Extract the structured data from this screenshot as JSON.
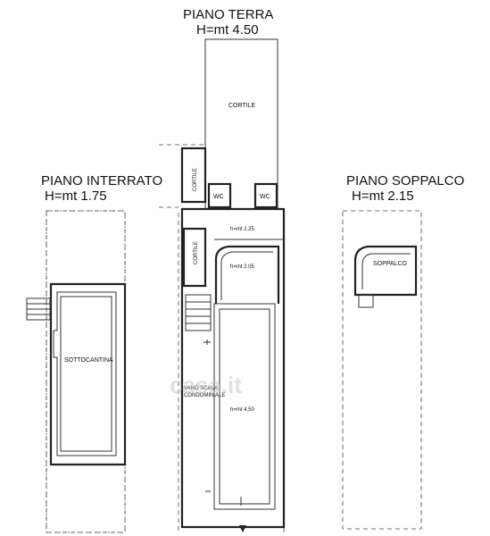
{
  "sections": {
    "piano_terra": {
      "title": "PIANO TERRA",
      "height": "H=mt 4.50"
    },
    "piano_interrato": {
      "title": "PIANO INTERRATO",
      "height": "H=mt 1.75"
    },
    "piano_soppalco": {
      "title": "PIANO SOPPALCO",
      "height": "H=mt 2.15"
    }
  },
  "rooms": {
    "cortile_main": "CORTILE",
    "cortile_side_upper": "CORTILE",
    "cortile_side_lower": "CORTILE",
    "wc_left": "WC",
    "wc_right": "WC",
    "h_225": "h=mt 2.25",
    "h_205": "h=mt 2.05",
    "h_450": "h=mt 4.50",
    "vano_scala_1": "VANO SCALA",
    "vano_scala_2": "CONDOMINIALE",
    "sottocantina": "SOTTOCANTINA",
    "soppalco": "SOPPALCO"
  },
  "watermark": "casa.it"
}
